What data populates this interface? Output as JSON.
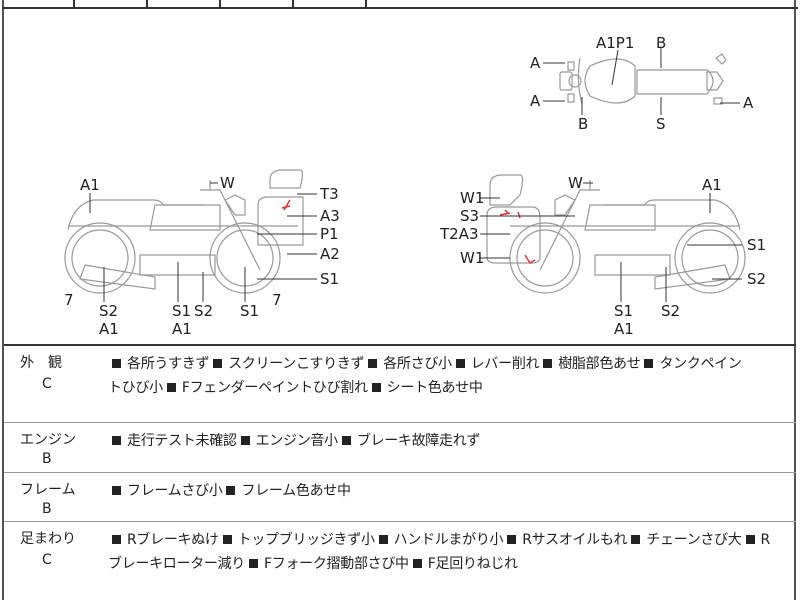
{
  "top_diagram": {
    "labels": [
      "A1P1",
      "B",
      "A",
      "A",
      "B",
      "S",
      "A"
    ]
  },
  "left_bike": {
    "labels": {
      "a1_top": "A1",
      "w": "W",
      "t3": "T3",
      "a3": "A3",
      "p1": "P1",
      "a2": "A2",
      "s1_right": "S1",
      "seven_left": "7",
      "seven_right": "7",
      "s2_a": "S2",
      "a1_a": "A1",
      "s1_b": "S1",
      "s2_b": "S2",
      "a1_b": "A1",
      "s1_c": "S1"
    }
  },
  "right_bike": {
    "labels": {
      "w1_top": "W1",
      "s3": "S3",
      "t2a3": "T2A3",
      "w1_bot": "W1",
      "w": "W",
      "a1_top": "A1",
      "s1_right": "S1",
      "s2_right": "S2",
      "s1_a": "S1",
      "a1_a": "A1",
      "s2_a": "S2"
    }
  },
  "sections": [
    {
      "name": "外　観",
      "grade": "C",
      "line1": "各所うすきず ■ スクリーンこすりきず ■ 各所さび小 ■ レバー削れ ■ 樹脂部色あせ ■ タンクペイン",
      "line2": "トひび小 ■ Fフェンダーペイントひび割れ ■ シート色あせ中"
    },
    {
      "name": "エンジン",
      "grade": "B",
      "line1": "走行テスト未確認 ■ エンジン音小 ■ ブレーキ故障走れず",
      "line2": ""
    },
    {
      "name": "フレーム",
      "grade": "B",
      "line1": "フレームさび小 ■ フレーム色あせ中",
      "line2": ""
    },
    {
      "name": "足まわり",
      "grade": "C",
      "line1": "Rブレーキぬけ ■ トップブリッジきず小 ■ ハンドルまがり小 ■ Rサスオイルもれ ■ チェーンさび大 ■ R",
      "line2": "ブレーキローター減り ■ Fフォーク摺動部さび中 ■ F足回りねじれ"
    }
  ]
}
